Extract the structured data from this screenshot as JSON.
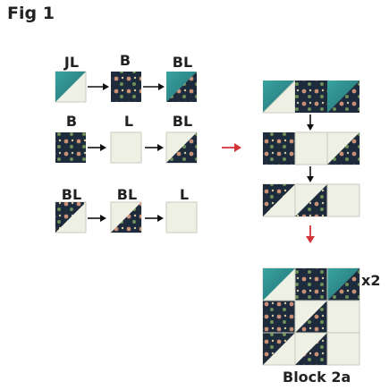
{
  "figure": {
    "title": "Fig 1"
  },
  "rows": [
    {
      "labels": [
        "JL",
        "B",
        "BL"
      ]
    },
    {
      "labels": [
        "B",
        "L",
        "BL"
      ]
    },
    {
      "labels": [
        "BL",
        "BL",
        "L"
      ]
    }
  ],
  "result": {
    "multiplier": "x2",
    "caption": "Block 2a"
  },
  "colors": {
    "teal": "#2b8f8f",
    "navy": "#1e2b3d",
    "light": "#eef0e4",
    "floral_pink": "#c99078",
    "floral_green": "#6f8f5a",
    "arrow_black": "#111111",
    "arrow_red": "#d3343a",
    "grid_line": "#c8cabc"
  }
}
